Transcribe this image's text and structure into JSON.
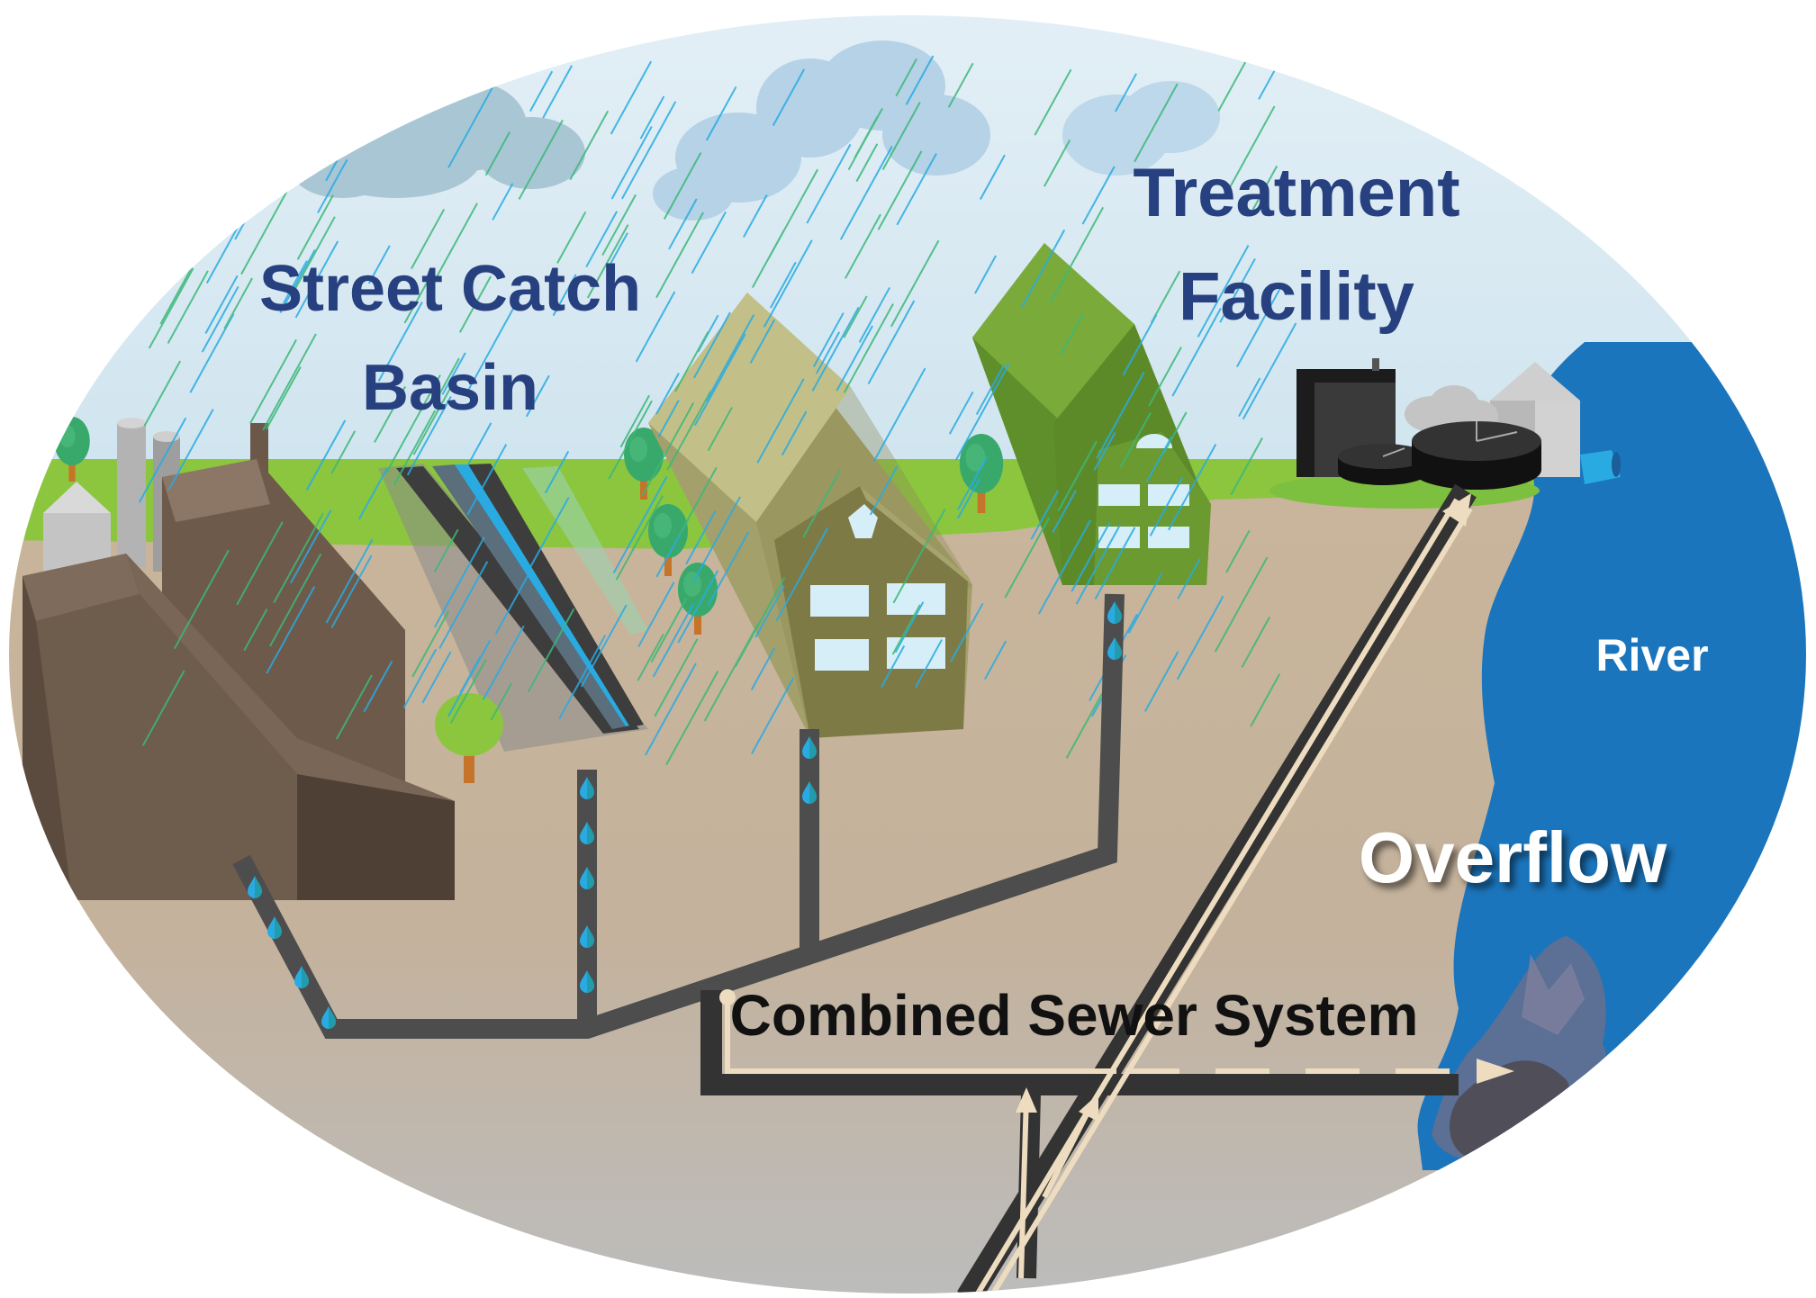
{
  "labels": {
    "street_catch_basin_line1": "Street Catch",
    "street_catch_basin_line2": "Basin",
    "treatment_facility_line1": "Treatment",
    "treatment_facility_line2": "Facility",
    "river": "River",
    "overflow": "Overflow",
    "combined_sewer_system": "Combined Sewer System"
  },
  "colors": {
    "sky": "#dcecf4",
    "grass": "#8cc63f",
    "ground": "#c7b299",
    "deep_ground": "#bdbdbd",
    "river": "#1b75bc",
    "pipe": "#4d4d4d",
    "flow_line": "#eddcbf",
    "water_drop": "#29abe2",
    "rain": "#29abe2",
    "label_blue": "#27407f"
  },
  "icons": [
    "cloud-icon",
    "tree-icon",
    "water-drop-icon",
    "flow-arrow-icon",
    "silo-icon",
    "clarifier-tank-icon"
  ]
}
